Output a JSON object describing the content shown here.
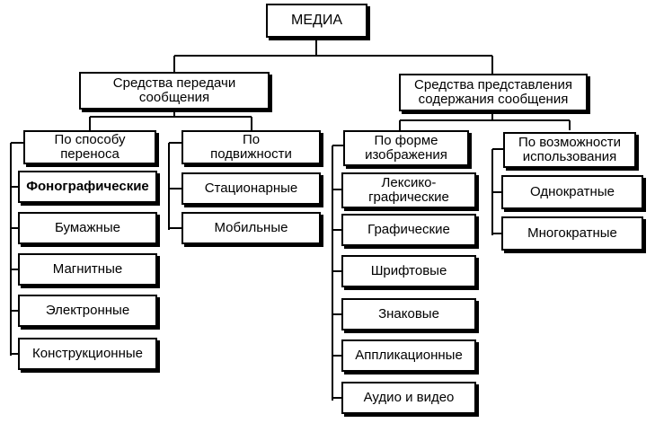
{
  "root": {
    "label": "МЕДИА"
  },
  "transmission": {
    "label": "Средства передачи\nсообщения",
    "by_transfer": {
      "label": "По способу\nпереноса",
      "items": [
        "Фонографические",
        "Бумажные",
        "Магнитные",
        "Электронные",
        "Конструкционные"
      ]
    },
    "by_mobility": {
      "label": "По\nподвижности",
      "items": [
        "Стационарные",
        "Мобильные"
      ]
    }
  },
  "representation": {
    "label": "Средства представления\nсодержания сообщения",
    "by_form": {
      "label": "По форме\nизображения",
      "items": [
        "Лексико-\nграфические",
        "Графические",
        "Шрифтовые",
        "Знаковые",
        "Аппликационные",
        "Аудио и видео"
      ]
    },
    "by_usage": {
      "label": "По возможности\nиспользования",
      "items": [
        "Однократные",
        "Многократные"
      ]
    }
  }
}
